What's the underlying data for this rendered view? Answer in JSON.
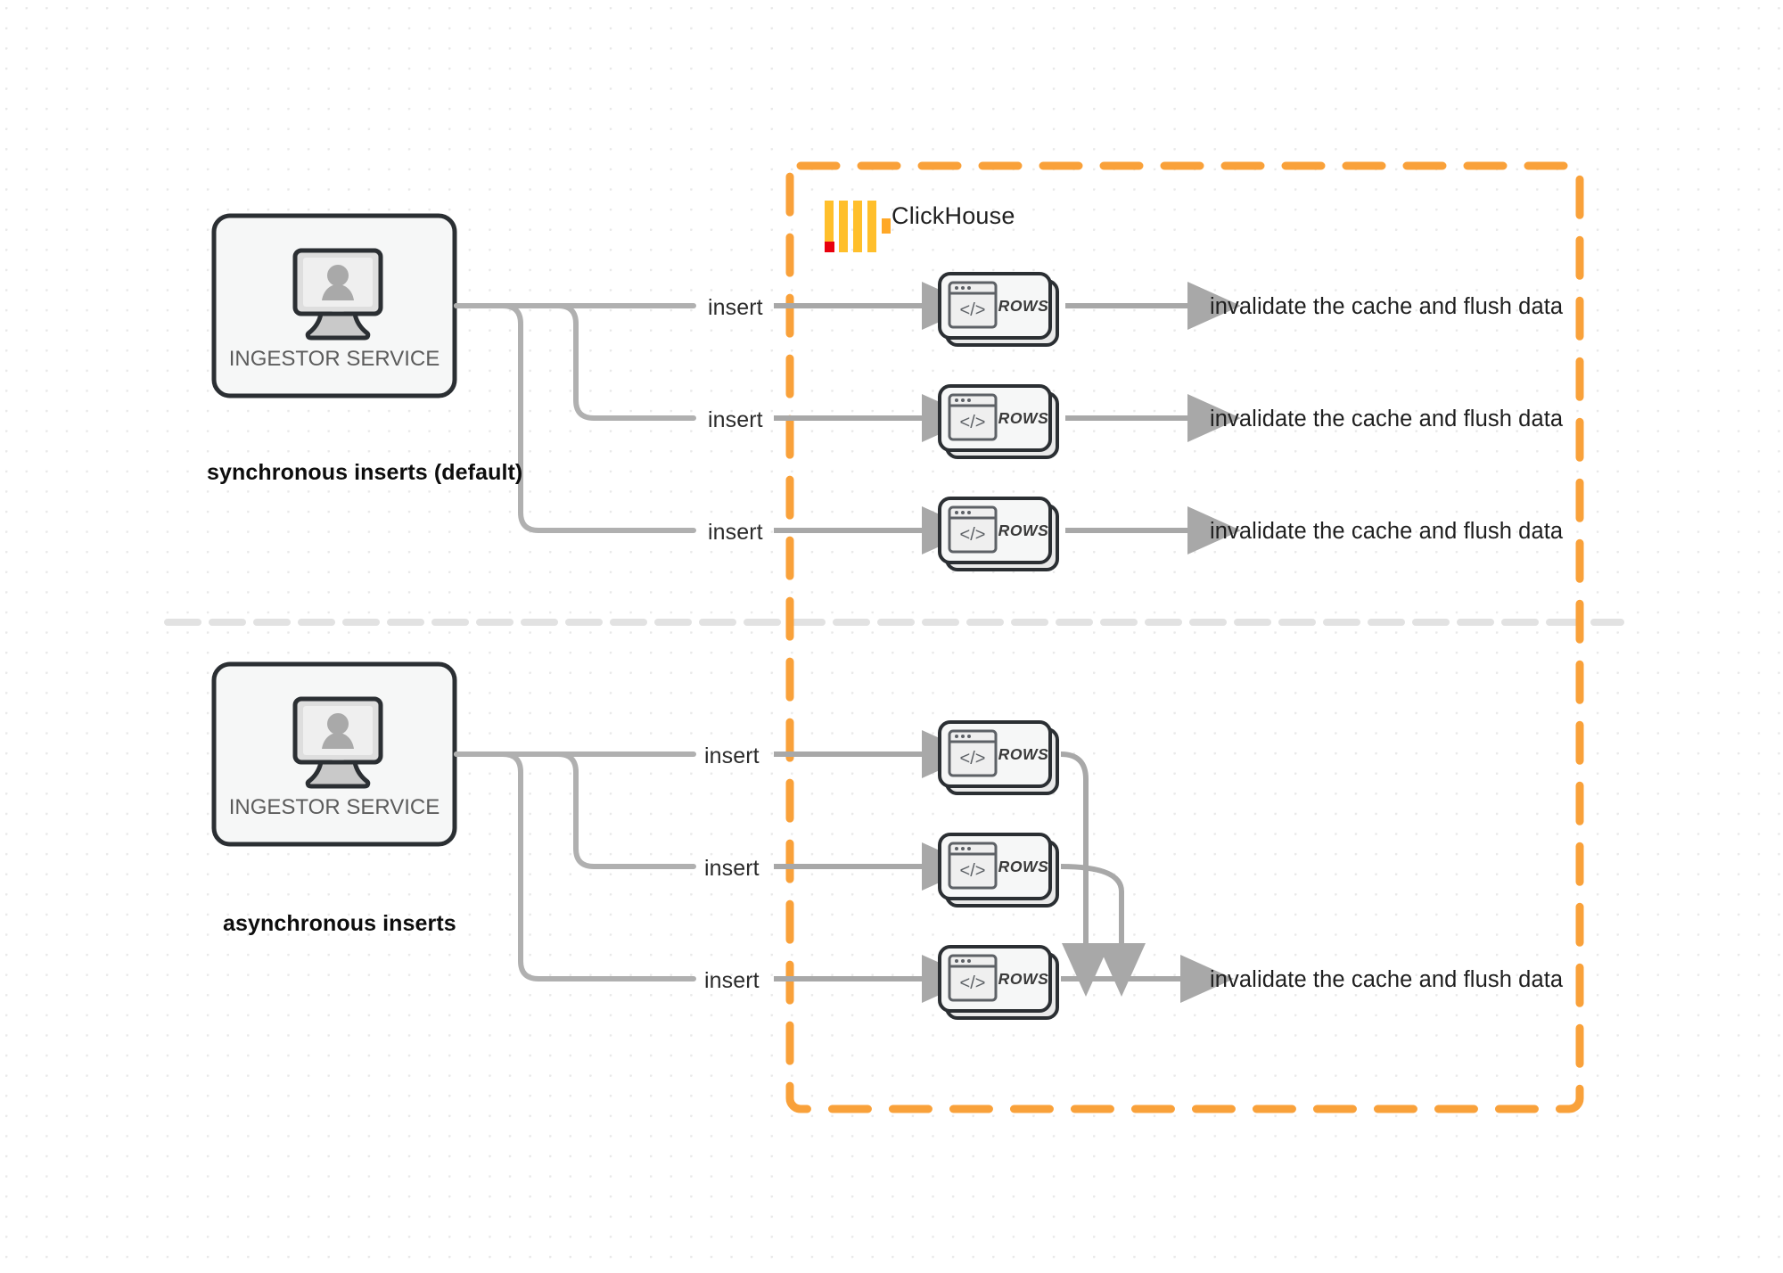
{
  "diagram": {
    "title": "ClickHouse synchronous vs asynchronous inserts",
    "colors": {
      "accent_orange": "#f9a13a",
      "logo_yellow": "#ffcc00",
      "logo_red": "#e8000d",
      "line_gray": "#aaaaaa",
      "node_border": "#2b2f33",
      "node_fill": "#f6f7f7",
      "background": "#ffffff",
      "dot_grid": "#e9e9e9",
      "divider": "#e2e2e2"
    },
    "boundary": {
      "name": "ClickHouse",
      "style": "dashed"
    },
    "sections": [
      {
        "id": "synchronous",
        "mode_label": "synchronous inserts (default)",
        "service": {
          "label": "INGESTOR SERVICE",
          "icon": "monitor-user-icon"
        },
        "flows": [
          {
            "insert_label": "insert",
            "node_label": "ROWS",
            "node_icon": "code-window-icon",
            "result_label": "invalidate the cache and flush data"
          },
          {
            "insert_label": "insert",
            "node_label": "ROWS",
            "node_icon": "code-window-icon",
            "result_label": "invalidate the cache and flush data"
          },
          {
            "insert_label": "insert",
            "node_label": "ROWS",
            "node_icon": "code-window-icon",
            "result_label": "invalidate the cache and flush data"
          }
        ]
      },
      {
        "id": "asynchronous",
        "mode_label": "asynchronous inserts",
        "service": {
          "label": "INGESTOR SERVICE",
          "icon": "monitor-user-icon"
        },
        "flows": [
          {
            "insert_label": "insert",
            "node_label": "ROWS",
            "node_icon": "code-window-icon"
          },
          {
            "insert_label": "insert",
            "node_label": "ROWS",
            "node_icon": "code-window-icon"
          },
          {
            "insert_label": "insert",
            "node_label": "ROWS",
            "node_icon": "code-window-icon"
          }
        ],
        "merged_result_label": "invalidate the cache and flush data"
      }
    ]
  }
}
